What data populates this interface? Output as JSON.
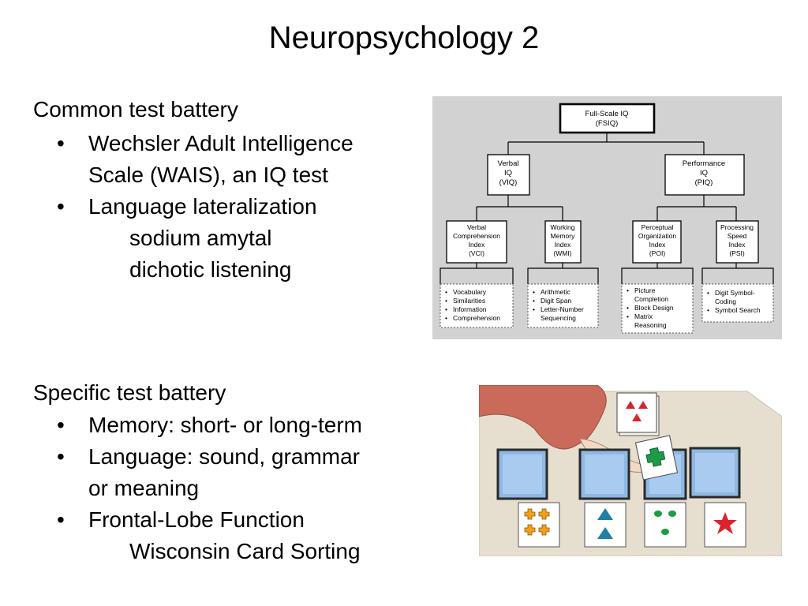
{
  "slide": {
    "title": "Neuropsychology 2"
  },
  "section1": {
    "heading": "Common test battery",
    "bullets": [
      {
        "lines": [
          "Wechsler Adult Intelligence",
          "Scale (WAIS), an IQ test"
        ]
      },
      {
        "lines": [
          "Language lateralization"
        ],
        "sub": [
          "sodium amytal",
          "dichotic listening"
        ]
      }
    ]
  },
  "section2": {
    "heading": "Specific test battery",
    "bullets": [
      {
        "lines": [
          "Memory: short- or long-term"
        ]
      },
      {
        "lines": [
          "Language: sound, grammar",
          "or meaning"
        ]
      },
      {
        "lines": [
          "Frontal-Lobe Function"
        ],
        "sub": [
          "Wisconsin Card Sorting"
        ]
      }
    ]
  },
  "bullet_char": "•",
  "wais_chart": {
    "fsiq": [
      "Full-Scale IQ",
      "(FSIQ)"
    ],
    "viq": [
      "Verbal",
      "IQ",
      "(VIQ)"
    ],
    "piq": [
      "Performance",
      "IQ",
      "(PIQ)"
    ],
    "indexes": [
      {
        "lines": [
          "Verbal",
          "Comprehension",
          "Index",
          "(VCI)"
        ],
        "subtests": [
          "Vocabulary",
          "Similarities",
          "Information",
          "Comprehension"
        ]
      },
      {
        "lines": [
          "Working",
          "Memory",
          "Index",
          "(WMI)"
        ],
        "subtests": [
          "Arithmetic",
          "Digit Span",
          "Letter-Number",
          "Sequencing"
        ],
        "bullets": [
          1,
          1,
          1,
          0
        ]
      },
      {
        "lines": [
          "Perceptual",
          "Organization",
          "Index",
          "(POI)"
        ],
        "subtests": [
          "Picture",
          "Completion",
          "Block Design",
          "Matrix",
          "Reasoning"
        ],
        "bullets": [
          1,
          0,
          1,
          1,
          0
        ]
      },
      {
        "lines": [
          "Processing",
          "Speed",
          "Index",
          "(PSI)"
        ],
        "subtests": [
          "Digit Symbol-",
          "Coding",
          "Symbol Search"
        ],
        "bullets": [
          1,
          0,
          1
        ]
      }
    ]
  },
  "colors": {
    "chart_bg": "#d2d2d2",
    "table": "#e6dfd0",
    "tray": "#8fb8e4",
    "card_red": "#d9232e",
    "card_green": "#1e9b49",
    "card_blue": "#1f7fa6",
    "card_orange": "#f0a020",
    "sleeve": "#c96a5b"
  }
}
